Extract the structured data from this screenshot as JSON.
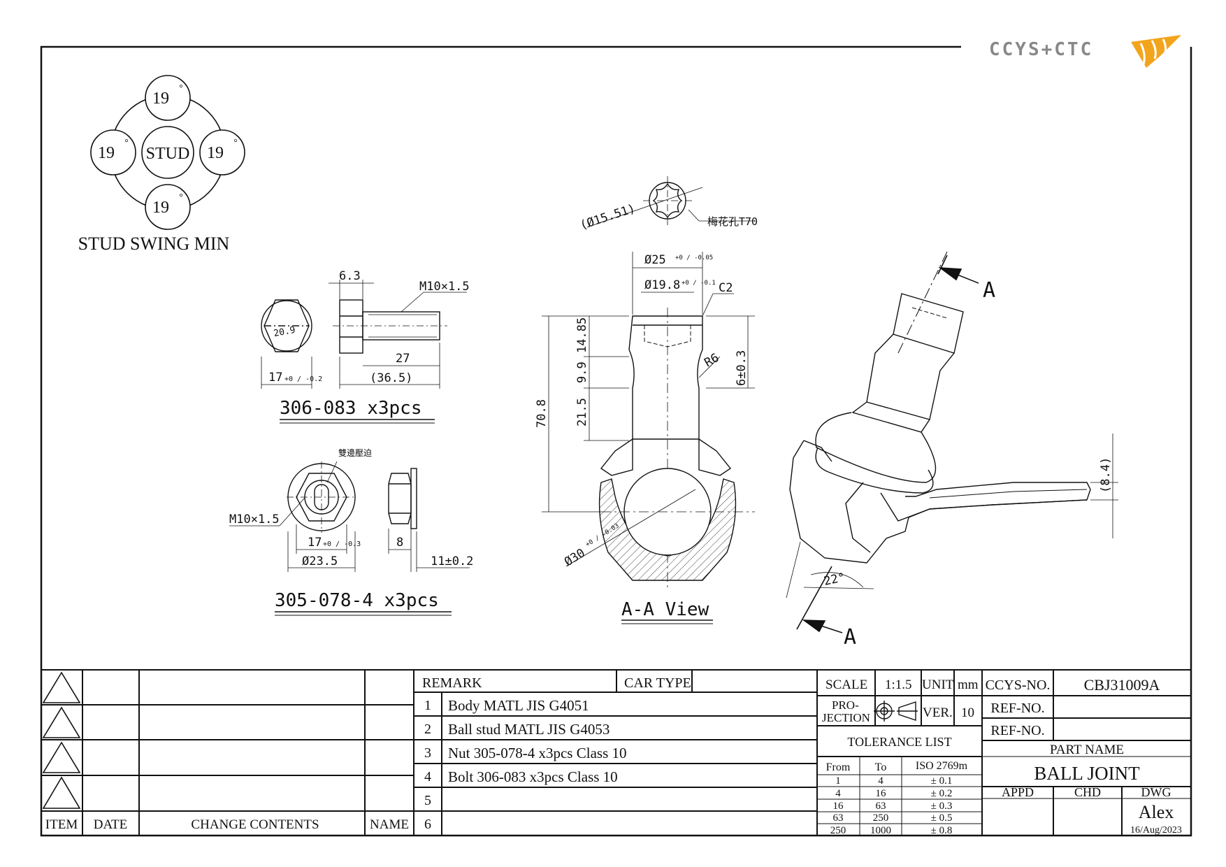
{
  "logo": {
    "text": "CCYS+CTC"
  },
  "stud_swing": {
    "center": "STUD",
    "angles": [
      "19",
      "19",
      "19",
      "19"
    ],
    "degree_mark": "°",
    "caption": "STUD SWING MIN"
  },
  "bolt": {
    "dim_head_thickness": "6.3",
    "dim_thread": "M10×1.5",
    "dim_across_flats": "17",
    "dim_tol": "+0 / -0.2",
    "dim_across_corners": "20.9",
    "dim_shank": "27",
    "dim_total": "(36.5)",
    "caption": "306-083 x3pcs"
  },
  "nut": {
    "note": "雙邊壓迫",
    "dim_thread": "M10×1.5",
    "dim_across_flats": "17",
    "dim_tol": "+0 / -0.3",
    "dim_flange": "Ø23.5",
    "dim_height": "8",
    "dim_total": "11±0.2",
    "caption": "305-078-4 x3pcs"
  },
  "section": {
    "torx_dia": "(Ø15.51)",
    "torx_note": "梅花孔T70",
    "dia_top": "Ø25",
    "dia_top_tol": "+0 / -0.05",
    "dia_neck": "Ø19.8",
    "dia_neck_tol": "+0 / -0.1",
    "chamfer": "C2",
    "dim_1": "14.85",
    "dim_2": "9.9",
    "dim_3": "21.5",
    "dim_total": "70.8",
    "radius": "R6",
    "dim_right": "6±0.3",
    "ball_dia": "Ø30",
    "ball_tol": "+0 / -0.03",
    "caption": "A-A View"
  },
  "iso": {
    "cut_label": "A",
    "angle": "22°",
    "dim_right": "(8.4)"
  },
  "revision_table": {
    "headers": [
      "ITEM",
      "DATE",
      "CHANGE CONTENTS",
      "NAME"
    ]
  },
  "remark_table": {
    "remark_label": "REMARK",
    "car_type_label": "CAR TYPE",
    "rows": [
      {
        "no": "1",
        "text": "Body MATL JIS G4051"
      },
      {
        "no": "2",
        "text": "Ball stud MATL JIS G4053"
      },
      {
        "no": "3",
        "text": "Nut 305-078-4 x3pcs Class 10"
      },
      {
        "no": "4",
        "text": "Bolt 306-083 x3pcs Class 10"
      },
      {
        "no": "5",
        "text": ""
      },
      {
        "no": "6",
        "text": ""
      }
    ]
  },
  "spec": {
    "scale_label": "SCALE",
    "scale_value": "1:1.5",
    "unit_label": "UNIT",
    "unit_value": "mm",
    "projection_label_1": "PRO-",
    "projection_label_2": "JECTION",
    "ver_label": "VER.",
    "ver_value": "10",
    "tolerance_title": "TOLERANCE LIST",
    "tol_headers": [
      "From",
      "To",
      "ISO 2769m"
    ],
    "tol_rows": [
      [
        "1",
        "4",
        "± 0.1"
      ],
      [
        "4",
        "16",
        "± 0.2"
      ],
      [
        "16",
        "63",
        "± 0.3"
      ],
      [
        "63",
        "250",
        "± 0.5"
      ],
      [
        "250",
        "1000",
        "± 0.8"
      ]
    ]
  },
  "title_block": {
    "ccys_no_label": "CCYS-NO.",
    "ccys_no": "CBJ31009A",
    "ref_no_label_1": "REF-NO.",
    "ref_no_label_2": "REF-NO.",
    "part_name_label": "PART NAME",
    "part_name": "BALL JOINT",
    "appd_label": "APPD",
    "chd_label": "CHD",
    "dwg_label": "DWG",
    "drawer": "Alex",
    "date": "16/Aug/2023"
  }
}
